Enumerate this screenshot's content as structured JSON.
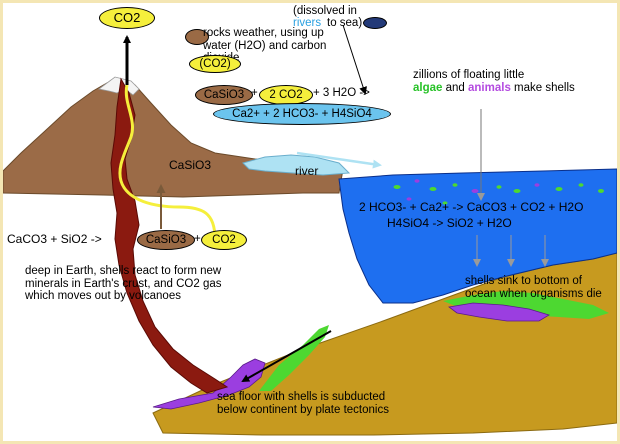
{
  "colors": {
    "mountain": "#9b6b47",
    "ocean": "#1e6ff0",
    "river": "#aee2f3",
    "seafloor": "#c79a1f",
    "magma": "#8b1a10",
    "shells": "#9b3ee0",
    "algae": "#4dd831",
    "pill_yellow": "#f5ef3c"
  },
  "labels": {
    "co2_top": "CO2",
    "weathering_text": "rocks weather, using up water (H2O) and carbon dioxide",
    "weathering_co2": "(CO2)",
    "dissolved": "(dissolved in",
    "dissolved_rivers": "rivers",
    "dissolved_sea": "to sea)",
    "eq1_casio3": "CaSiO3",
    "eq1_co2": "2 CO2",
    "eq1_rest": "+ 3 H2O ->",
    "eq1_result": "Ca2+ + 2 HCO3- + H4SiO4",
    "algae_pre": "zillions of floating little",
    "algae_word": "algae",
    "algae_and": "and",
    "animals_word": "animals",
    "algae_post": "make shells",
    "casio3_mountain": "CaSiO3",
    "river": "river",
    "ocean_eq1": "2 HCO3- + Ca2+ -> CaCO3 + CO2 + H2O",
    "ocean_eq2": "H4SiO4 -> SiO2 + H2O",
    "deep_reaction_left": "CaCO3 + SiO2 ->",
    "deep_reaction_casio3": "CaSiO3",
    "deep_reaction_plus": "+",
    "deep_reaction_co2": "CO2",
    "deep_text": "deep in Earth, shells react to form new minerals in Earth's crust, and CO2 gas which moves out by volcanoes",
    "shells_sink": "shells sink to bottom of ocean when organisms die",
    "subducted": "sea floor with shells is subducted below continent by plate tectonics"
  }
}
